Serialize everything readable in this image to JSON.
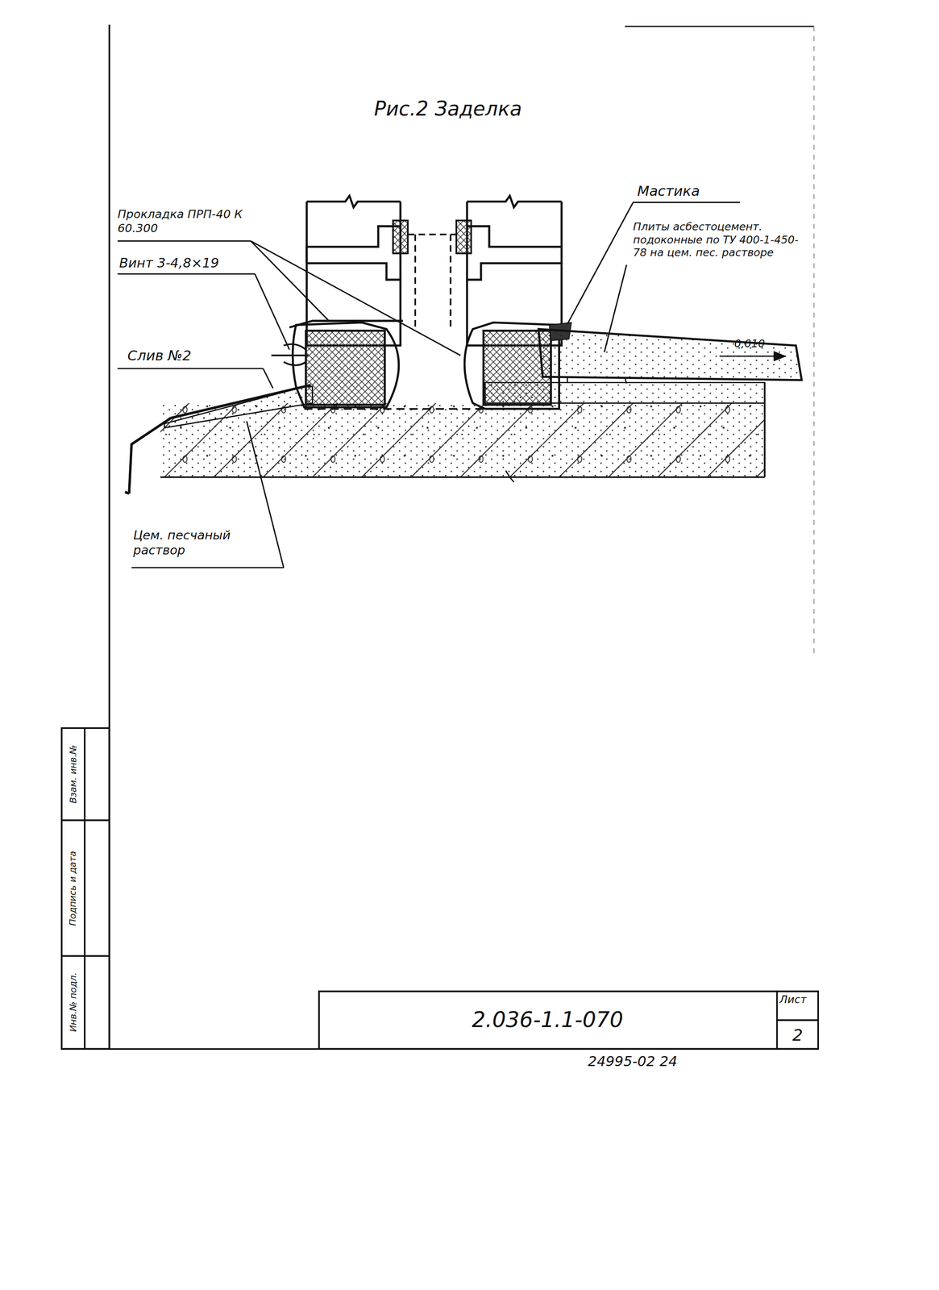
{
  "diagram": {
    "title": "Рис.2 Заделка",
    "labels": [
      "Прокладка ПРП-40 К 60.300",
      "Мастика",
      "Плиты асбестоцемент. подоконные по ТУ 400-1-450-78 на цем. пес. растворе",
      "Винт 3-4,8×19",
      "Слив №2",
      "0,010",
      "Цем. песчаный раствор",
      "2.036-1.1-070",
      "Лист",
      "2",
      "24995-02 24",
      "Взам. инв.№",
      "Подпись и дата",
      "Инв.№ подл."
    ]
  }
}
